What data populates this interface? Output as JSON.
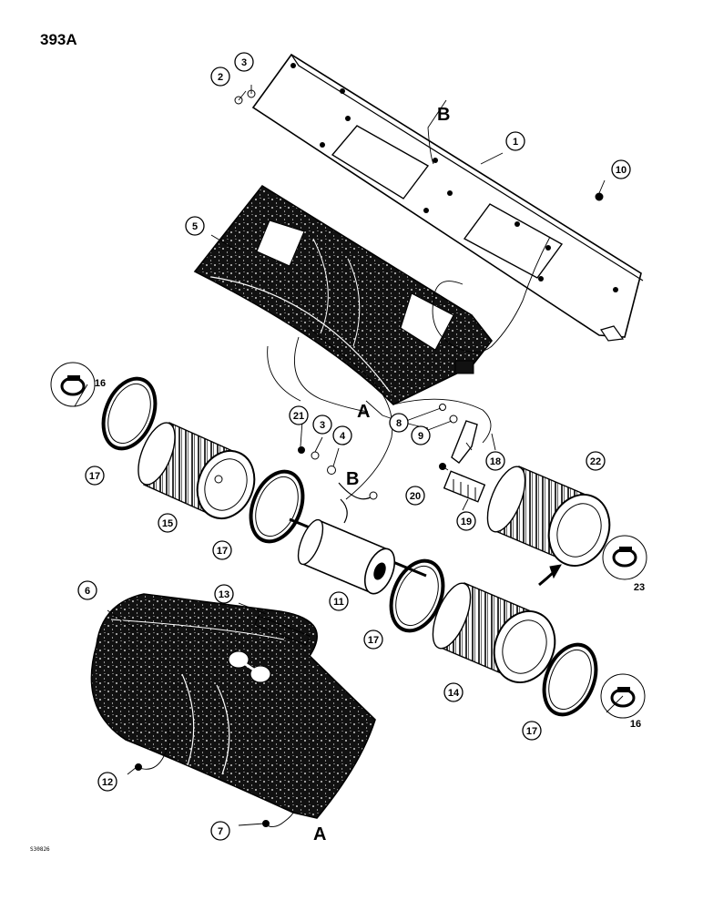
{
  "page_number": "393A",
  "code_mark": "S30826",
  "section_letters": {
    "a": "A",
    "b": "B"
  },
  "callouts": [
    "1",
    "2",
    "3",
    "3",
    "4",
    "5",
    "6",
    "7",
    "8",
    "9",
    "10",
    "11",
    "12",
    "13",
    "14",
    "15",
    "16",
    "16",
    "17",
    "17",
    "17",
    "17",
    "18",
    "19",
    "20",
    "21",
    "22",
    "23"
  ],
  "colors": {
    "ink": "#000000",
    "paper": "#ffffff",
    "foam": "#111111"
  }
}
